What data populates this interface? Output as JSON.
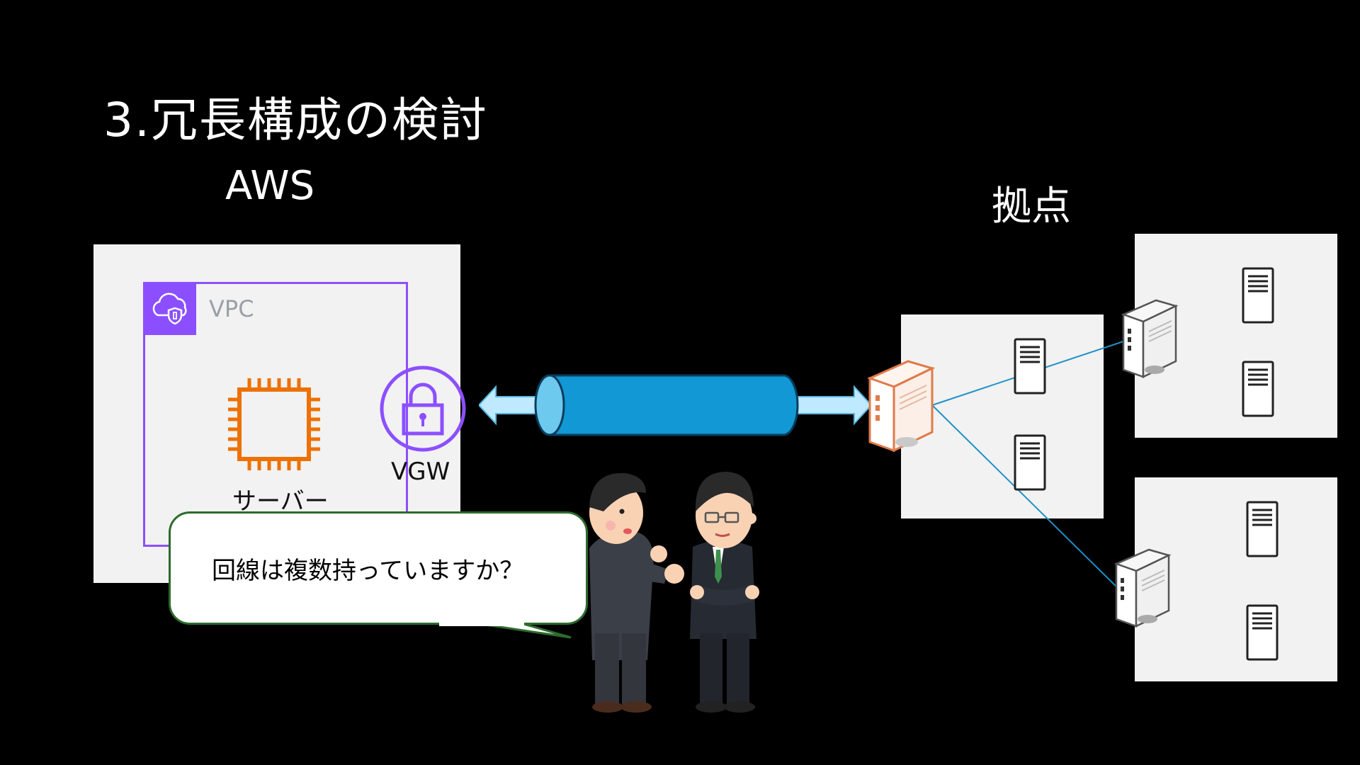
{
  "slide": {
    "title": "3.冗長構成の検討"
  },
  "aws": {
    "heading": "AWS",
    "vpc_label": "VPC",
    "server_label": "サーバー",
    "vgw_label": "VGW"
  },
  "site": {
    "heading": "拠点"
  },
  "dialog": {
    "speech": "回線は複数持っていますか？"
  },
  "colors": {
    "vpc_purple": "#8c4fff",
    "ec2_orange": "#ed7100",
    "tunnel_blue": "#1298d4",
    "arrow_light_blue": "#bfe9ff",
    "link_blue": "#1e90c8",
    "router_orange": "#e07a4a",
    "panel_gray": "#f2f2f2"
  },
  "icons": [
    "vpc-cloud-shield-icon",
    "ec2-chip-icon",
    "vgw-lock-icon",
    "router-icon",
    "server-icon",
    "businessman-icon"
  ]
}
